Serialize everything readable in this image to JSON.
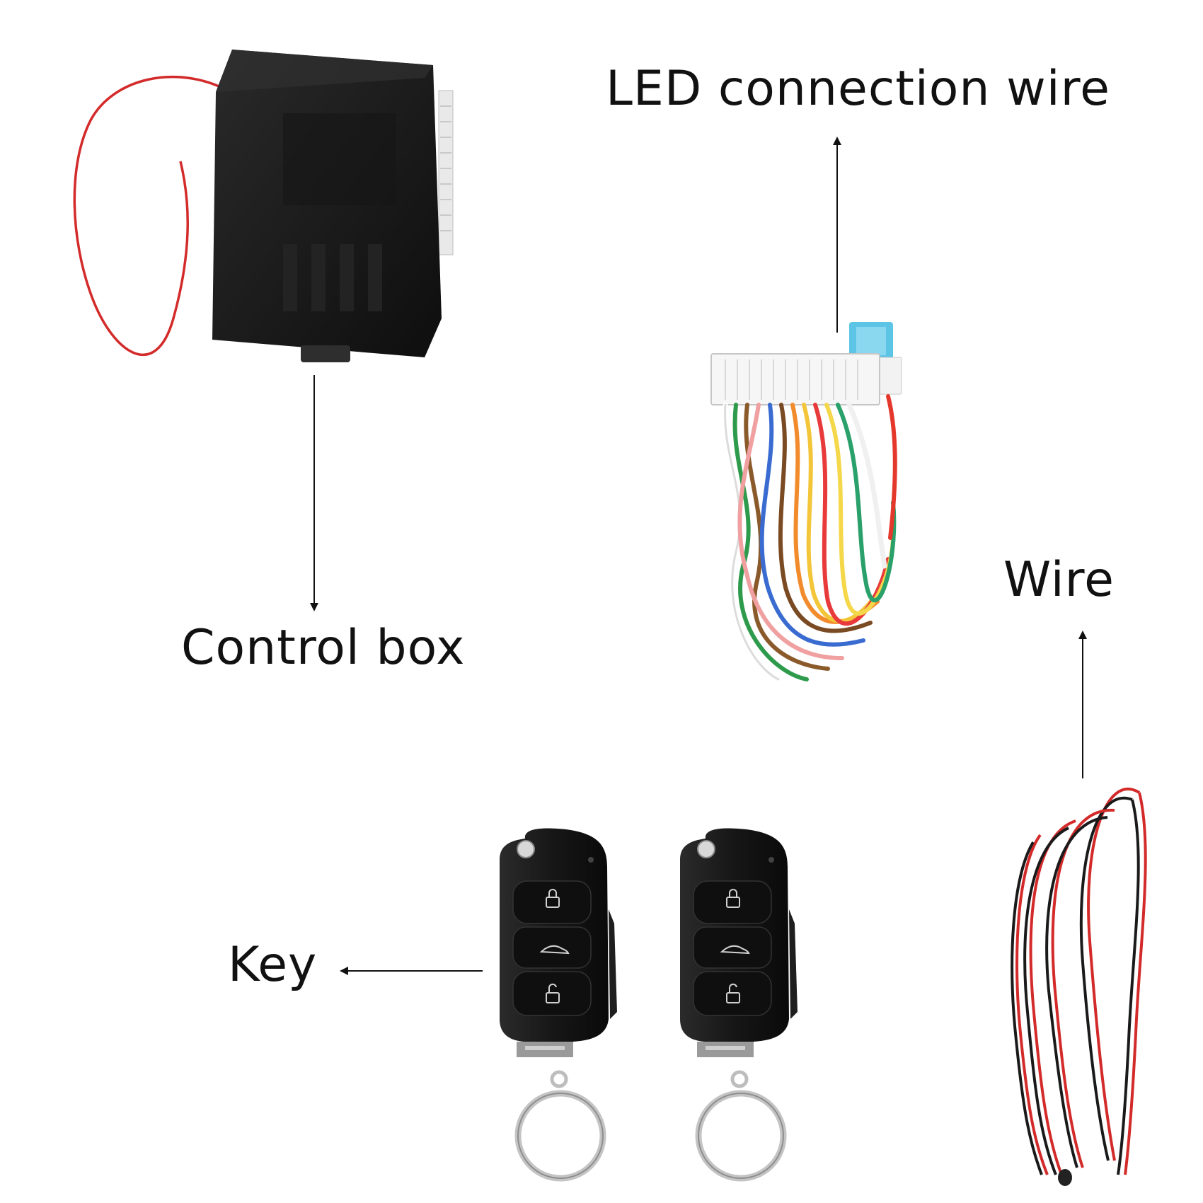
{
  "labels": {
    "led_connection_wire": "LED connection wire",
    "control_box": "Control box",
    "wire": "Wire",
    "key": "Key"
  },
  "items": [
    {
      "id": "control-box",
      "icon": "control-box-icon"
    },
    {
      "id": "led-connection-wire",
      "icon": "wiring-harness-icon"
    },
    {
      "id": "wire",
      "icon": "red-black-wire-icon"
    },
    {
      "id": "key",
      "icon": "flip-key-remote-icon",
      "count": 2
    }
  ],
  "colors": {
    "background": "#ffffff",
    "text": "#111111",
    "arrow": "#111111",
    "box_body": "#1b1b1b",
    "wire_red": "#d32a2a",
    "wire_black": "#1a1a1a",
    "fuse_blue": "#5cc5e6",
    "key_body": "#161616",
    "ring_silver": "#bdbdbd"
  }
}
